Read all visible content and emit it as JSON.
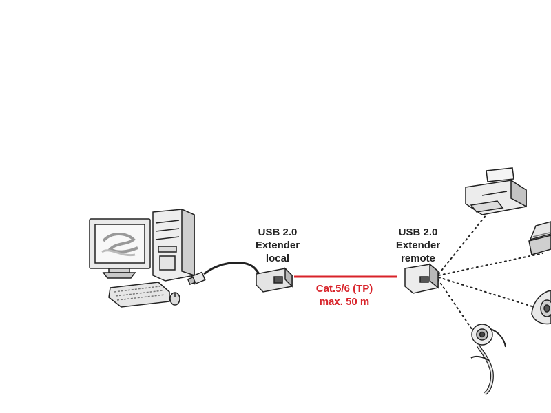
{
  "labels": {
    "local": [
      "USB 2.0",
      "Extender",
      "local"
    ],
    "remote": [
      "USB 2.0",
      "Extender",
      "remote"
    ],
    "cable": [
      "Cat.5/6 (TP)",
      "max. 50 m"
    ]
  },
  "colors": {
    "cable": "#d8232a",
    "stroke": "#222222",
    "device_fill": "#f2f2f2",
    "device_shade": "#b8b8b8",
    "connection": "#222222"
  },
  "icons": [
    "computer-icon",
    "monitor-icon",
    "tower-icon",
    "keyboard-icon",
    "mouse-icon",
    "usb-plug-icon",
    "local-extender-icon",
    "remote-extender-icon",
    "printer-icon",
    "scanner-icon",
    "webcam-icon",
    "dome-camera-icon"
  ]
}
